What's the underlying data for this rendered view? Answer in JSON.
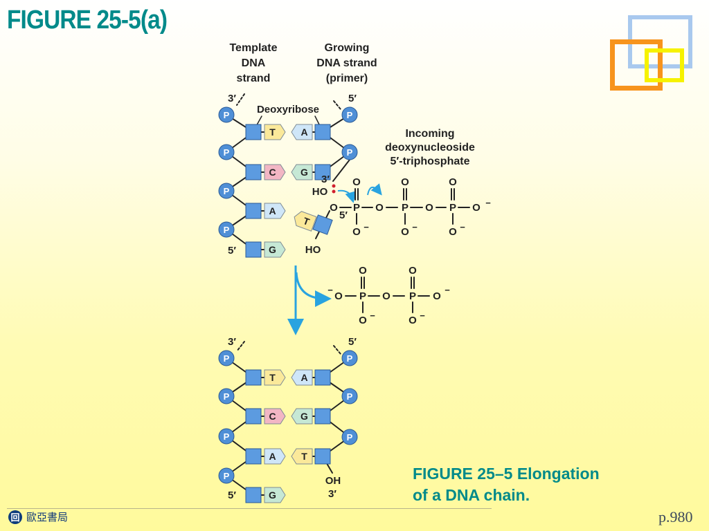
{
  "slide": {
    "title": "FIGURE 25-5(a)",
    "caption_line1": "FIGURE 25–5 Elongation",
    "caption_line2": "of a DNA chain.",
    "publisher": "歐亞書局",
    "publisher_logo": "回",
    "page": "p.980"
  },
  "colors": {
    "title": "#008a8a",
    "phosphate": "#4f8fd6",
    "sugar": "#5c9be0",
    "arrow": "#29a3e0",
    "base_T": "#fbe99a",
    "base_A": "#cfe6f8",
    "base_C": "#f2b6c4",
    "base_G": "#c6e8d5"
  },
  "diagram": {
    "header_template": [
      "Template",
      "DNA",
      "strand"
    ],
    "header_growing": [
      "Growing",
      "DNA strand",
      "(primer)"
    ],
    "label_deoxyribose": "Deoxyribose",
    "label_incoming": [
      "Incoming",
      "deoxynucleoside",
      "5′-triphosphate"
    ],
    "end_3prime": "3′",
    "end_5prime": "5′",
    "phosphate": "P",
    "hydroxyl": "HO",
    "hydroxyl_end": "OH",
    "oxygen": "O",
    "minus": "−",
    "base_pairs_before": [
      {
        "template": "T",
        "growing": "A"
      },
      {
        "template": "C",
        "growing": "G"
      },
      {
        "template": "A",
        "incoming": "T"
      },
      {
        "template": "G"
      }
    ],
    "base_pairs_after": [
      {
        "template": "T",
        "growing": "A"
      },
      {
        "template": "C",
        "growing": "G"
      },
      {
        "template": "A",
        "growing": "T"
      },
      {
        "template": "G"
      }
    ]
  }
}
